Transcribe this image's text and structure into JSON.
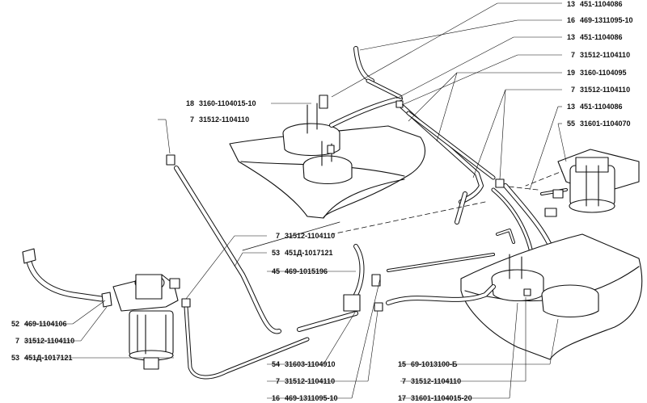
{
  "callouts": [
    {
      "num": "13",
      "code": "451-1104086"
    },
    {
      "num": "16",
      "code": "469-1311095-10"
    },
    {
      "num": "13",
      "code": "451-1104086"
    },
    {
      "num": "7",
      "code": "31512-1104110"
    },
    {
      "num": "19",
      "code": "3160-1104095"
    },
    {
      "num": "7",
      "code": "31512-1104110"
    },
    {
      "num": "13",
      "code": "451-1104086"
    },
    {
      "num": "55",
      "code": "31601-1104070"
    },
    {
      "num": "18",
      "code": "3160-1104015-10"
    },
    {
      "num": "7",
      "code": "31512-1104110"
    },
    {
      "num": "7",
      "code": "31512-1104110"
    },
    {
      "num": "53",
      "code": "451Д-1017121"
    },
    {
      "num": "45",
      "code": "469-1015196"
    },
    {
      "num": "52",
      "code": "469-1104106"
    },
    {
      "num": "7",
      "code": "31512-1104110"
    },
    {
      "num": "53",
      "code": "451Д-1017121"
    },
    {
      "num": "54",
      "code": "31603-1104910"
    },
    {
      "num": "7",
      "code": "31512-1104110"
    },
    {
      "num": "16",
      "code": "469-1311095-10"
    },
    {
      "num": "15",
      "code": "69-1013100-Б"
    },
    {
      "num": "7",
      "code": "31512-1104110"
    },
    {
      "num": "17",
      "code": "31601-1104015-20"
    }
  ]
}
